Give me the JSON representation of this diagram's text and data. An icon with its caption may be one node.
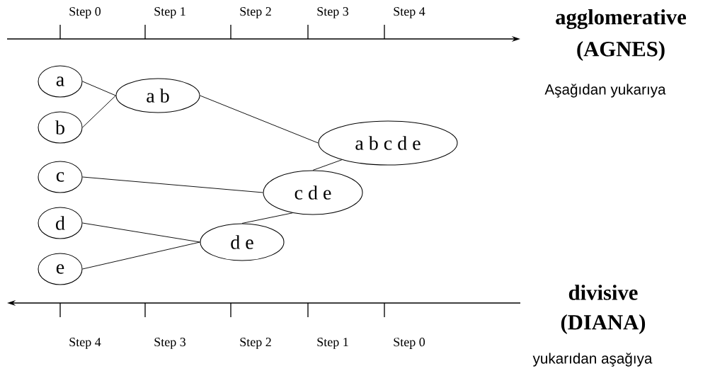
{
  "diagram": {
    "nodes": [
      {
        "text": [
          "a"
        ]
      },
      {
        "text": [
          "b"
        ]
      },
      {
        "text": [
          "c"
        ]
      },
      {
        "text": [
          "d"
        ]
      },
      {
        "text": [
          "e"
        ]
      },
      {
        "text": [
          "a b"
        ]
      },
      {
        "text": [
          "d e"
        ]
      },
      {
        "text": [
          "c d e"
        ]
      },
      {
        "text": [
          "a b c d e"
        ]
      }
    ],
    "edges": [
      {
        "from": 0,
        "to": 5,
        "arrow": "none"
      },
      {
        "from": 1,
        "to": 5,
        "arrow": "none"
      },
      {
        "from": 3,
        "to": 6,
        "arrow": "none"
      },
      {
        "from": 4,
        "to": 6,
        "arrow": "none"
      },
      {
        "from": 2,
        "to": 7,
        "arrow": "none"
      },
      {
        "from": 6,
        "to": 7,
        "arrow": "none"
      },
      {
        "from": 5,
        "to": 8,
        "arrow": "none"
      },
      {
        "from": 7,
        "to": 8,
        "arrow": "none"
      }
    ],
    "labels": [
      "Step 0",
      "Step 1",
      "Step 2",
      "Step 3",
      "Step 4",
      "agglomerative",
      "(AGNES)",
      "Aşağıdan yukarıya",
      "Step 4",
      "Step 3",
      "Step 2",
      "Step 1",
      "Step 0",
      "divisive",
      "(DIANA)",
      "yukarıdan aşağıya"
    ]
  }
}
